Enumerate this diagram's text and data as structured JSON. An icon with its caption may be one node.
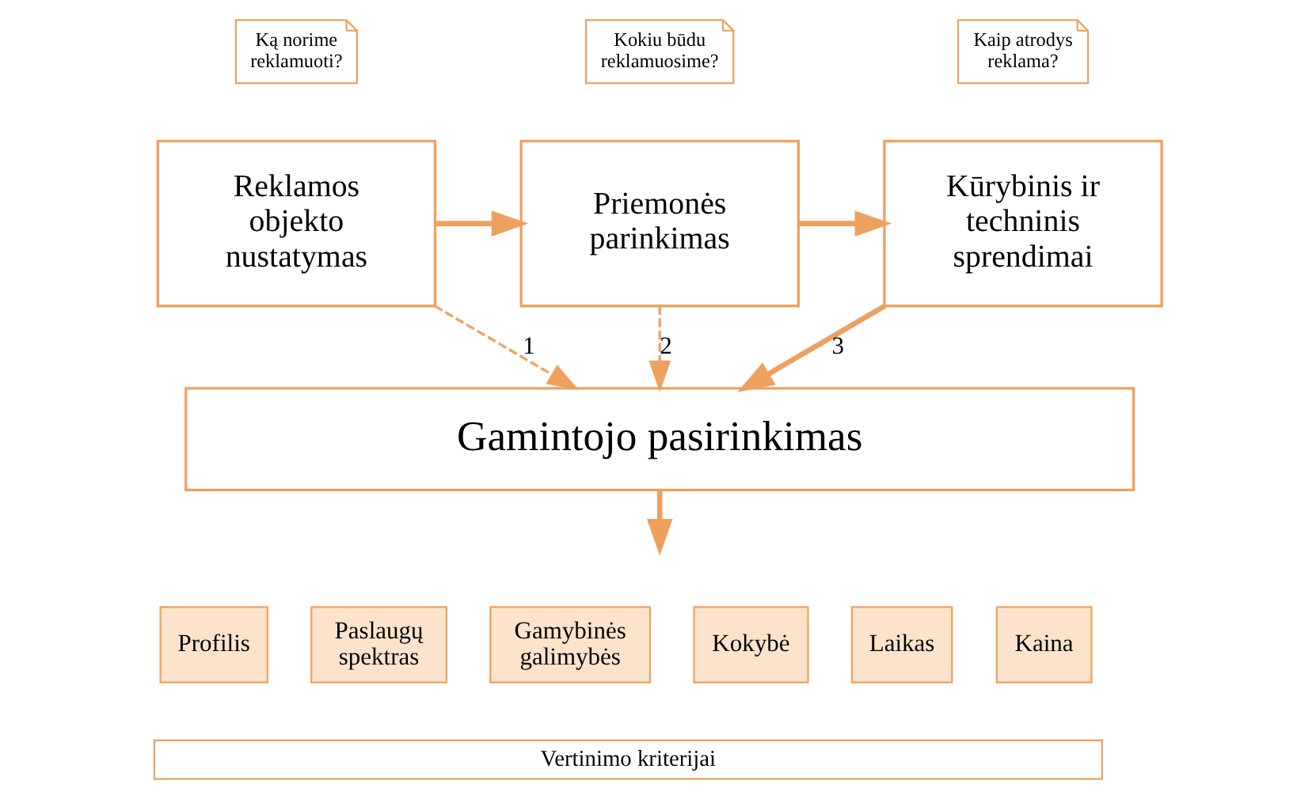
{
  "diagram": {
    "nodes": [
      {
        "text": [
          "Ką norime reklamuoti?"
        ]
      },
      {
        "text": [
          "Reklamos objekto nustatymas"
        ]
      },
      {
        "text": [
          "Kokiu būdu reklamuosime?"
        ]
      },
      {
        "text": [
          "Priemonės parinkimas"
        ]
      },
      {
        "text": [
          "Kaip atrodys reklama?"
        ]
      },
      {
        "text": [
          "Kūrybinis ir techninis sprendimai"
        ]
      },
      {
        "text": [
          "Gamintojo pasirinkimas"
        ]
      },
      {
        "text": [
          "Profilis"
        ]
      },
      {
        "text": [
          "Paslaugų spektras"
        ]
      },
      {
        "text": [
          "Gamybinės galimybės"
        ]
      },
      {
        "text": [
          "Kokybė"
        ]
      },
      {
        "text": [
          "Laikas"
        ]
      },
      {
        "text": [
          "Kaina"
        ]
      },
      {
        "text": [
          "Vertinimo kriterijai"
        ]
      }
    ],
    "edges": [
      {
        "from": 1,
        "to": 3,
        "arrow": "to"
      },
      {
        "from": 3,
        "to": 5,
        "arrow": "to"
      },
      {
        "from": 1,
        "to": 6,
        "arrow": "to",
        "label": "1",
        "style": "dashed"
      },
      {
        "from": 3,
        "to": 6,
        "arrow": "to",
        "label": "2",
        "style": "dashed"
      },
      {
        "from": 5,
        "to": 6,
        "arrow": "to",
        "label": "3"
      },
      {
        "from": 6,
        "to": null,
        "arrow": "to"
      }
    ]
  }
}
